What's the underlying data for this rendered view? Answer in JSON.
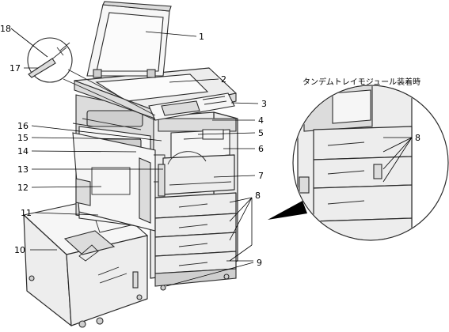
{
  "callouts": [
    "1",
    "2",
    "3",
    "4",
    "5",
    "6",
    "7",
    "8",
    "9",
    "10",
    "11",
    "12",
    "13",
    "14",
    "15",
    "16",
    "17",
    "18"
  ],
  "inset": {
    "caption": "タンデムトレイモジュール装着時",
    "callout": "8"
  }
}
